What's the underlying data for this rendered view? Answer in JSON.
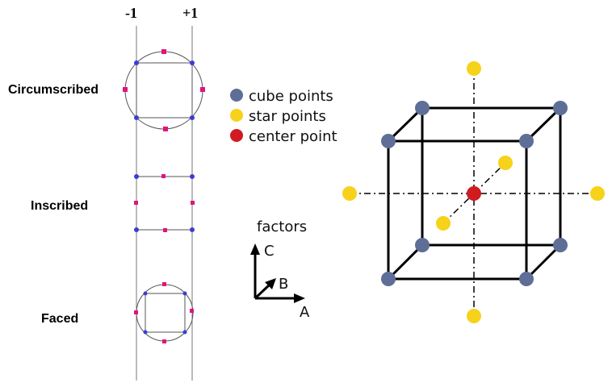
{
  "axis_levels": {
    "low": "-1",
    "high": "+1"
  },
  "designs": [
    {
      "label": "Circumscribed"
    },
    {
      "label": "Inscribed"
    },
    {
      "label": "Faced"
    }
  ],
  "legend": [
    {
      "label": "cube points",
      "color": "#5e6e97"
    },
    {
      "label": "star points",
      "color": "#f7d21b"
    },
    {
      "label": "center point",
      "color": "#d11b20"
    }
  ],
  "factors": {
    "title": "factors",
    "a": "A",
    "b": "B",
    "c": "C"
  },
  "colors": {
    "small_cube": "#3b3bd6",
    "small_star": "#e0157c",
    "line": "#000000"
  }
}
